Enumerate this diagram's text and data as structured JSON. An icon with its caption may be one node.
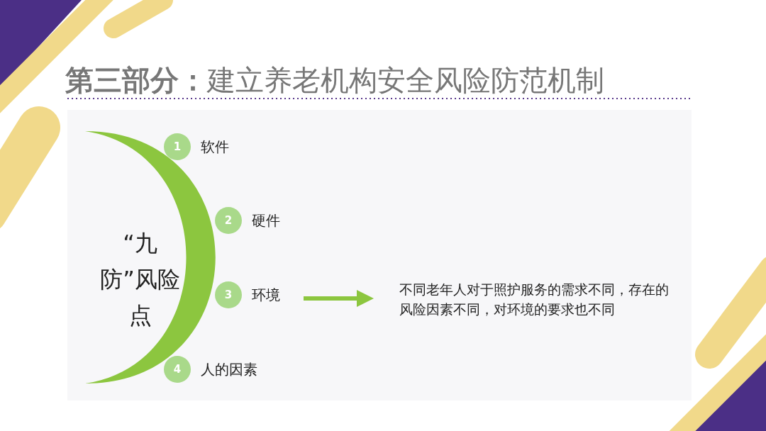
{
  "diagram": {
    "title": "**第三部分：**建立养老机构安全风险防范机制",
    "nodes": [
      {
        "text": [
          "“九防”风险点"
        ]
      },
      {
        "text": [
          "1"
        ],
        "beside": [
          "软件"
        ]
      },
      {
        "text": [
          "2"
        ],
        "beside": [
          "硬件"
        ]
      },
      {
        "text": [
          "3"
        ],
        "beside": [
          "环境"
        ]
      },
      {
        "text": [
          "4"
        ],
        "beside": [
          "人的因素"
        ]
      },
      {
        "text": [
          "不同老年人对于照护服务的需求不同，存在的风险因素不同，对环境的要求也不同"
        ]
      }
    ],
    "edges": [
      {
        "from": 3,
        "to": 5,
        "arrow": "to",
        "color": "#8cc63f"
      }
    ]
  }
}
